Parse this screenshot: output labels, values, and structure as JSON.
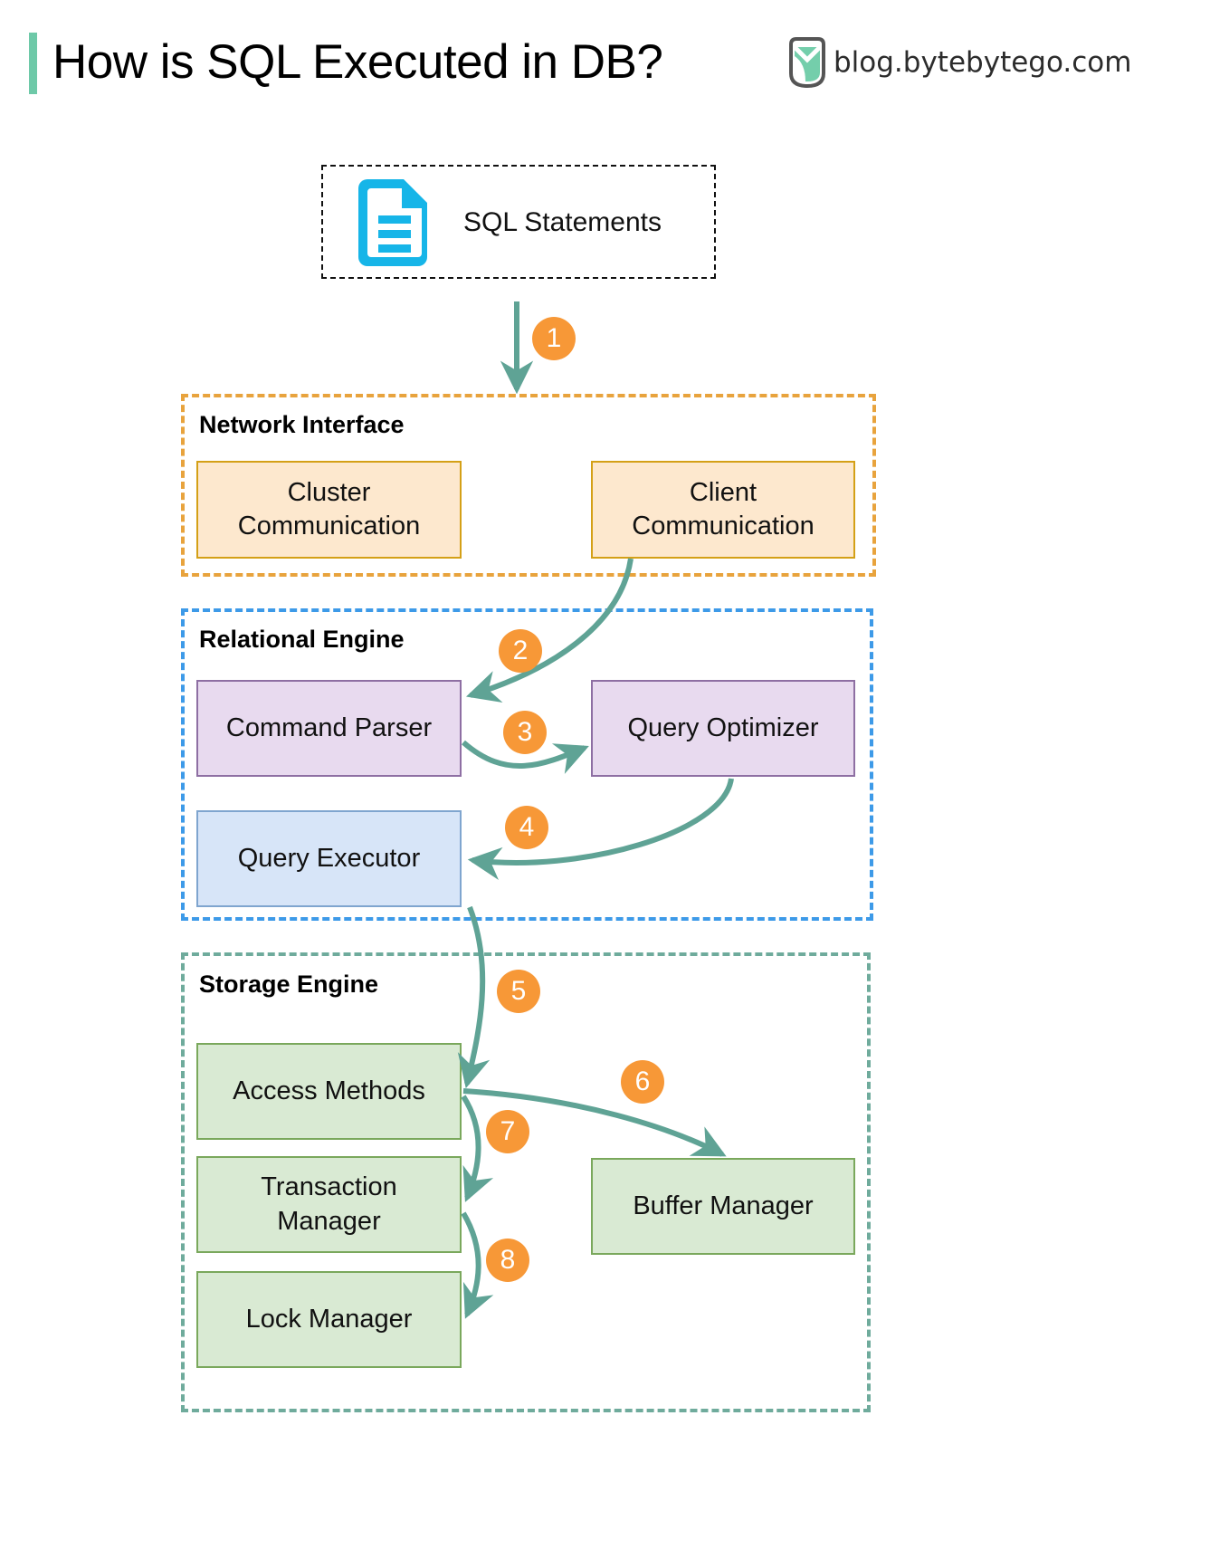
{
  "header": {
    "title": "How is SQL Executed in DB?",
    "brand": "blog.bytebytego.com",
    "accent_color": "#6ec9a8",
    "logo_icon": "bytebytego-logo-icon"
  },
  "colors": {
    "arrow": "#5fa395",
    "badge": "#f79837",
    "badge_text": "#ffffff",
    "network_border": "#e8a33d",
    "relational_border": "#3d9ae8",
    "storage_border": "#6fab9c",
    "orange_fill": "#fde8ce",
    "orange_stroke": "#d4a017",
    "purple_fill": "#e8daef",
    "purple_stroke": "#8e6fa3",
    "blue_fill": "#d7e5f8",
    "blue_stroke": "#7fa5cf",
    "green_fill": "#d9ead3",
    "green_stroke": "#7aa85c",
    "doc_icon": "#16b5e8"
  },
  "source": {
    "label": "SQL Statements",
    "icon": "document-icon"
  },
  "groups": [
    {
      "id": "network",
      "label": "Network Interface",
      "border_color": "#e8a33d"
    },
    {
      "id": "relational",
      "label": "Relational Engine",
      "border_color": "#3d9ae8"
    },
    {
      "id": "storage",
      "label": "Storage Engine",
      "border_color": "#6fab9c"
    }
  ],
  "nodes": [
    {
      "id": "cluster-communication",
      "label": "Cluster\nCommunication",
      "group": "network"
    },
    {
      "id": "client-communication",
      "label": "Client\nCommunication",
      "group": "network"
    },
    {
      "id": "command-parser",
      "label": "Command Parser",
      "group": "relational"
    },
    {
      "id": "query-optimizer",
      "label": "Query Optimizer",
      "group": "relational"
    },
    {
      "id": "query-executor",
      "label": "Query Executor",
      "group": "relational"
    },
    {
      "id": "access-methods",
      "label": "Access Methods",
      "group": "storage"
    },
    {
      "id": "buffer-manager",
      "label": "Buffer Manager",
      "group": "storage"
    },
    {
      "id": "transaction-manager",
      "label": "Transaction\nManager",
      "group": "storage"
    },
    {
      "id": "lock-manager",
      "label": "Lock Manager",
      "group": "storage"
    }
  ],
  "steps": [
    {
      "n": "1",
      "from": "sql-statements",
      "to": "network-interface"
    },
    {
      "n": "2",
      "from": "client-communication",
      "to": "command-parser"
    },
    {
      "n": "3",
      "from": "command-parser",
      "to": "query-optimizer"
    },
    {
      "n": "4",
      "from": "query-optimizer",
      "to": "query-executor"
    },
    {
      "n": "5",
      "from": "query-executor",
      "to": "access-methods"
    },
    {
      "n": "6",
      "from": "access-methods",
      "to": "buffer-manager"
    },
    {
      "n": "7",
      "from": "access-methods",
      "to": "transaction-manager"
    },
    {
      "n": "8",
      "from": "transaction-manager",
      "to": "lock-manager"
    }
  ]
}
